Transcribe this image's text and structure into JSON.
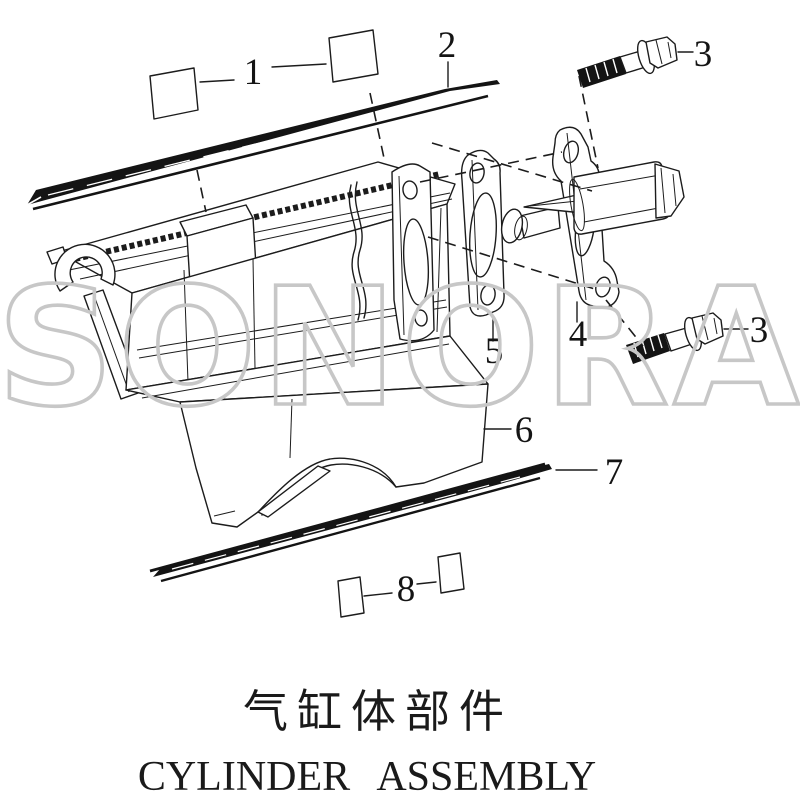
{
  "watermark": {
    "text": "SONORA",
    "color": "#c7c7c7"
  },
  "title": {
    "chinese": "气缸体部件",
    "english": "CYLINDER ASSEMBLY"
  },
  "callouts": {
    "c1": "1",
    "c2": "2",
    "c3a": "3",
    "c3b": "3",
    "c4": "4",
    "c5": "5",
    "c6": "6",
    "c7": "7",
    "c8": "8"
  },
  "line_color": "#1c1c1c"
}
